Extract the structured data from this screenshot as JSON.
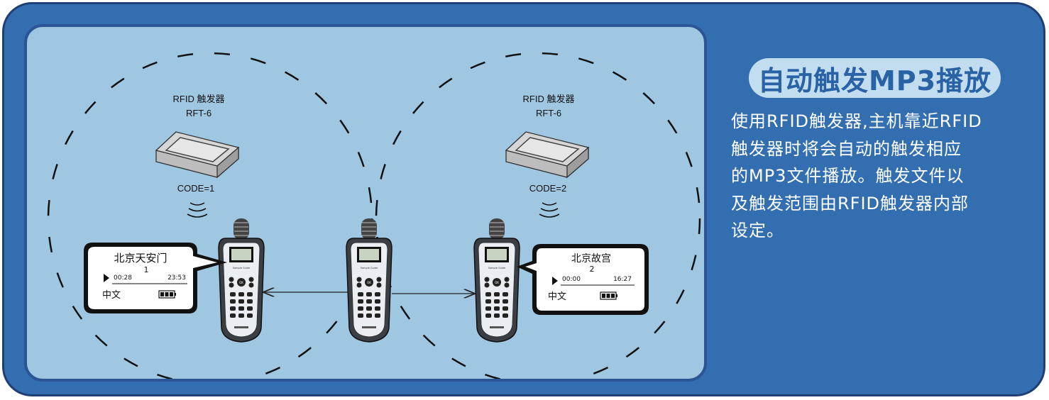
{
  "title": "自动触发MP3播放",
  "description_lines": [
    "使用RFID触发器,主机靠近RFID",
    "触发器时将会自动的触发相应",
    "的MP3文件播放。触发文件以",
    "及触发范围由RFID触发器内部",
    "设定。"
  ],
  "triggers": [
    {
      "name": "RFID 触发器",
      "model": "RFT-6",
      "code": "CODE=1"
    },
    {
      "name": "RFID 触发器",
      "model": "RFT-6",
      "code": "CODE=2"
    }
  ],
  "screens": [
    {
      "title": "北京天安门",
      "track": "1",
      "elapsed": "00:28",
      "total": "23:53",
      "language": "中文"
    },
    {
      "title": "北京故宫",
      "track": "2",
      "elapsed": "00:00",
      "total": "16:27",
      "language": "中文"
    }
  ]
}
